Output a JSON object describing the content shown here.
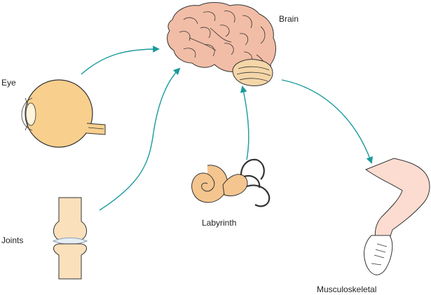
{
  "labels": {
    "brain": "Brain",
    "eye": "Eye",
    "joints": "Joints",
    "labyrinth": "Labyrinth",
    "musculoskeletal": "Musculoskeletal"
  },
  "colors": {
    "arrow": "#1a9a9c",
    "brain_fill": "#f2bda6",
    "cerebellum_fill": "#f4d6a8",
    "eye_fill": "#f8cf8d",
    "bone_fill": "#fbe0bc",
    "ear_fill": "#f4c58f",
    "skin_fill": "#fcdcd0",
    "outline": "#333333"
  }
}
